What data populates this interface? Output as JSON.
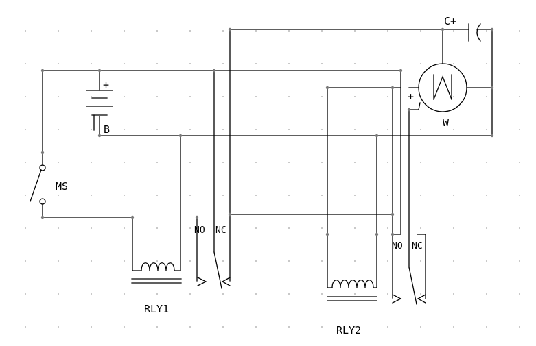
{
  "labels": {
    "plus_battery": "+",
    "battery": "B",
    "main_switch": "MS",
    "relay1": "RLY1",
    "relay2": "RLY2",
    "relay1_no": "NO",
    "relay1_nc": "NC",
    "relay2_no": "NO",
    "relay2_nc": "NC",
    "capacitor": "C+",
    "motor": "W",
    "motor_symbol": "W",
    "plus_motor": "+"
  }
}
